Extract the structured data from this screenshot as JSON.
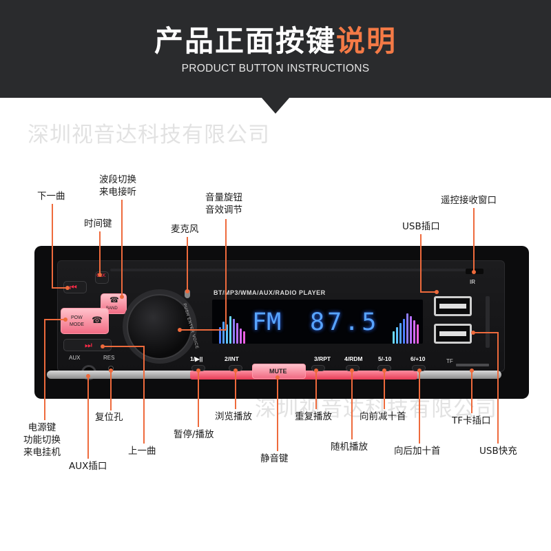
{
  "header": {
    "title_main": "产品正面按键",
    "title_highlight": "说明",
    "subtitle": "PRODUCT BUTTON INSTRUCTIONS",
    "accent_color": "#f47a46",
    "background_color": "#2a2b2d"
  },
  "watermark": "深圳视音达科技有限公司",
  "device": {
    "display_caption": "BT/MP3/WMA/AUX/RADIO PLAYER",
    "display_band": "FM",
    "display_frequency": "87.5",
    "display_color": "#58a4ff",
    "knob_text": "PUSH ENTER VOICE",
    "buttons": {
      "clk": "CLK",
      "band": "BAND",
      "pow": "POW",
      "mode": "MODE",
      "aux": "AUX",
      "res": "RES",
      "play_pause": "1/▶||",
      "int": "2/INT",
      "mute": "MUTE",
      "rpt": "3/RPT",
      "rdm": "4/RDM",
      "minus10": "5/-10",
      "plus10": "6/+10",
      "tf": "TF",
      "ir": "IR"
    }
  },
  "callouts": {
    "next_track": "下一曲",
    "band_switch": "波段切换",
    "band_switch_2": "来电接听",
    "clock_key": "时间键",
    "microphone": "麦克风",
    "volume_knob": "音量旋钮",
    "volume_knob_2": "音效调节",
    "ir_receiver": "遥控接收窗口",
    "usb_port": "USB插口",
    "power_key": "电源键",
    "power_key_2": "功能切换",
    "power_key_3": "来电挂机",
    "reset_hole": "复位孔",
    "pause_play": "暂停/播放",
    "prev_track": "上一曲",
    "browse_play": "浏览播放",
    "mute_key": "静音键",
    "repeat_play": "重复播放",
    "random_play": "随机播放",
    "back_ten": "向前减十首",
    "forward_ten": "向后加十首",
    "tf_slot": "TF卡插口",
    "usb_charge": "USB快充",
    "aux_jack": "AUX插口"
  }
}
